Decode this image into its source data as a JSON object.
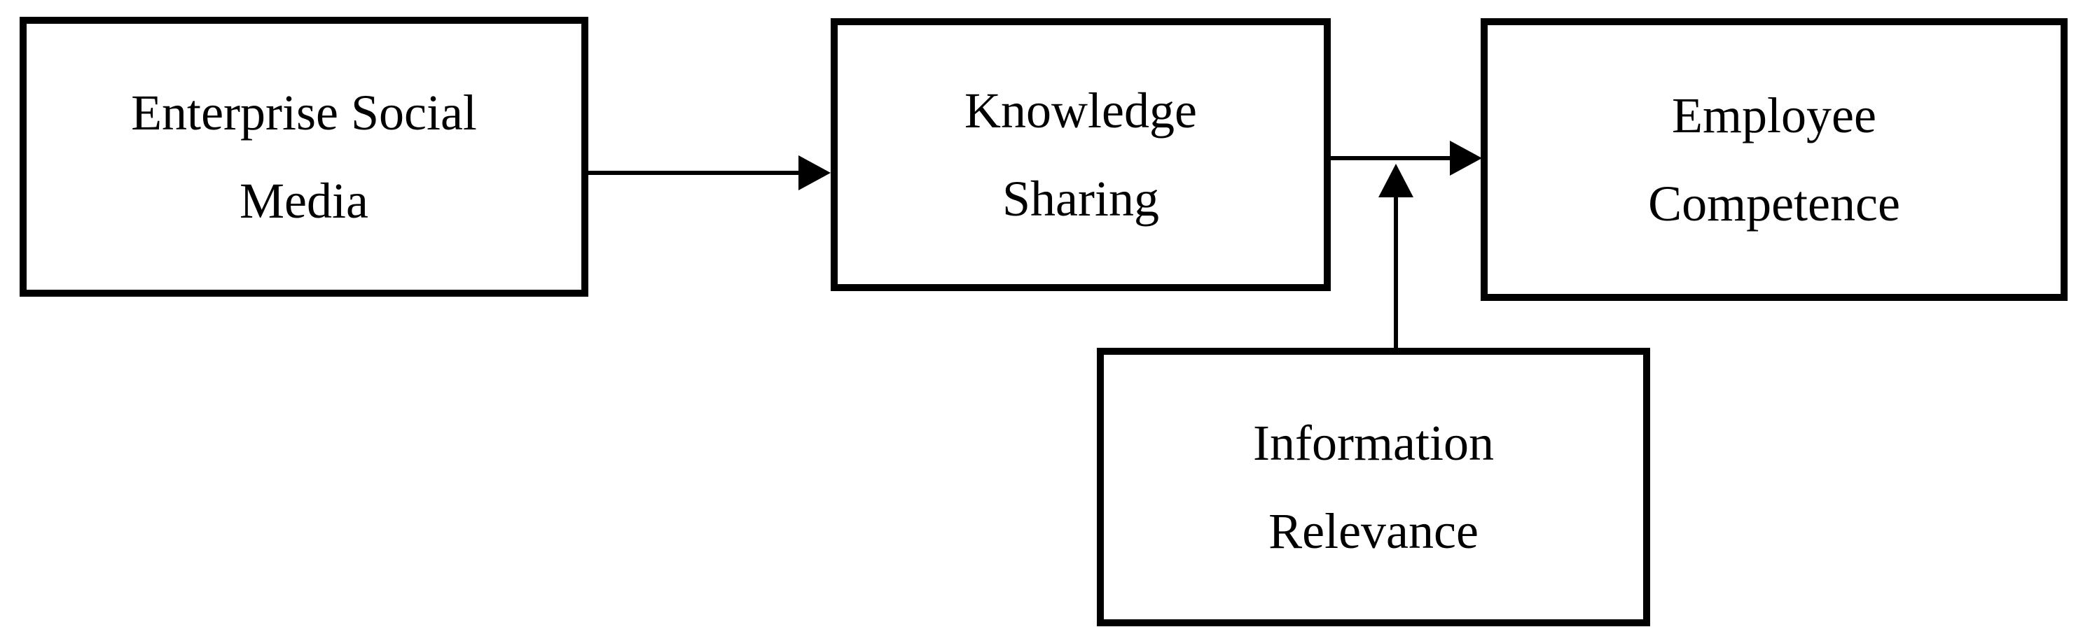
{
  "figure": {
    "type": "conceptual-model-diagram",
    "background_color": "#ffffff",
    "line_color": "#000000",
    "nodes": [
      {
        "id": "enterprise-social-media",
        "lines": [
          "Enterprise Social",
          "Media"
        ],
        "label": "Enterprise Social Media"
      },
      {
        "id": "knowledge-sharing",
        "lines": [
          "Knowledge",
          "Sharing"
        ],
        "label": "Knowledge Sharing"
      },
      {
        "id": "employee-competence",
        "lines": [
          "Employee",
          "Competence"
        ],
        "label": "Employee Competence"
      },
      {
        "id": "information-relevance",
        "lines": [
          "Information",
          "Relevance"
        ],
        "label": "Information Relevance"
      }
    ],
    "edges": [
      {
        "from": "enterprise-social-media",
        "to": "knowledge-sharing",
        "style": "solid-arrow"
      },
      {
        "from": "knowledge-sharing",
        "to": "employee-competence",
        "style": "solid-arrow"
      },
      {
        "from": "information-relevance",
        "to": "edge:knowledge-sharing->employee-competence",
        "style": "solid-arrow-moderation"
      }
    ]
  }
}
